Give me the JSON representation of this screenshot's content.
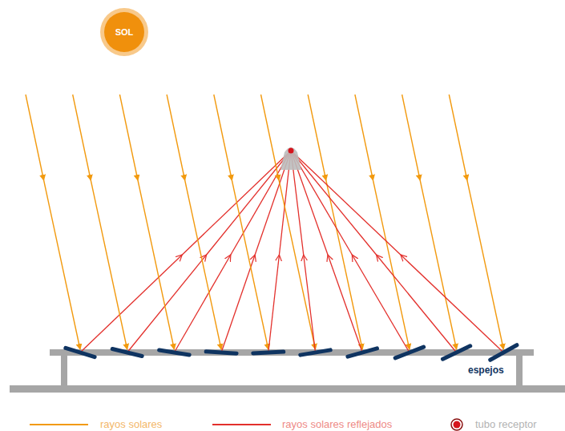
{
  "diagram": {
    "nodes": [
      {
        "text": [
          "SOL"
        ]
      }
    ],
    "labels": [
      "espejos"
    ],
    "legend": [
      {
        "text": "rayos solares"
      },
      {
        "text": "rayos solares reflejados"
      },
      {
        "text": "tubo receptor"
      }
    ]
  }
}
